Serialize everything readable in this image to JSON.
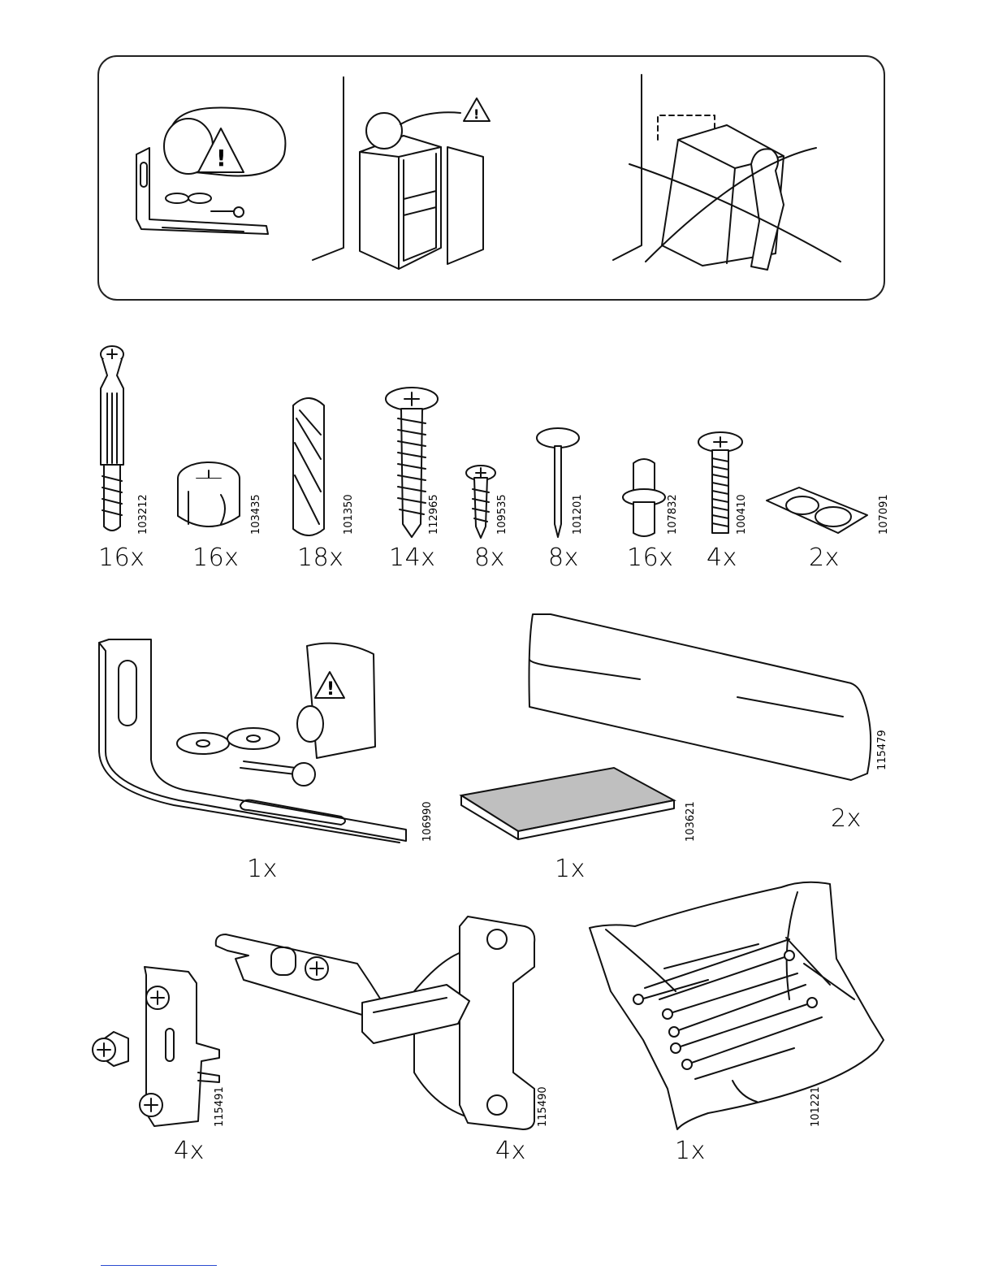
{
  "warning_panel": {
    "warning_symbol": "!"
  },
  "hardware": [
    {
      "qty": "16x",
      "code": "103212"
    },
    {
      "qty": "16x",
      "code": "103435"
    },
    {
      "qty": "18x",
      "code": "101350"
    },
    {
      "qty": "14x",
      "code": "112965"
    },
    {
      "qty": "8x",
      "code": "109535"
    },
    {
      "qty": "8x",
      "code": "101201"
    },
    {
      "qty": "16x",
      "code": "107832"
    },
    {
      "qty": "4x",
      "code": "100410"
    },
    {
      "qty": "2x",
      "code": "107091"
    }
  ],
  "components_mid": [
    {
      "qty": "1x",
      "code": "106990"
    },
    {
      "qty": "1x",
      "code": "103621"
    },
    {
      "qty": "2x",
      "code": "115479"
    }
  ],
  "components_bottom": [
    {
      "qty": "4x",
      "code": "115491"
    },
    {
      "qty": "4x",
      "code": "115490"
    },
    {
      "qty": "1x",
      "code": "101221"
    }
  ]
}
